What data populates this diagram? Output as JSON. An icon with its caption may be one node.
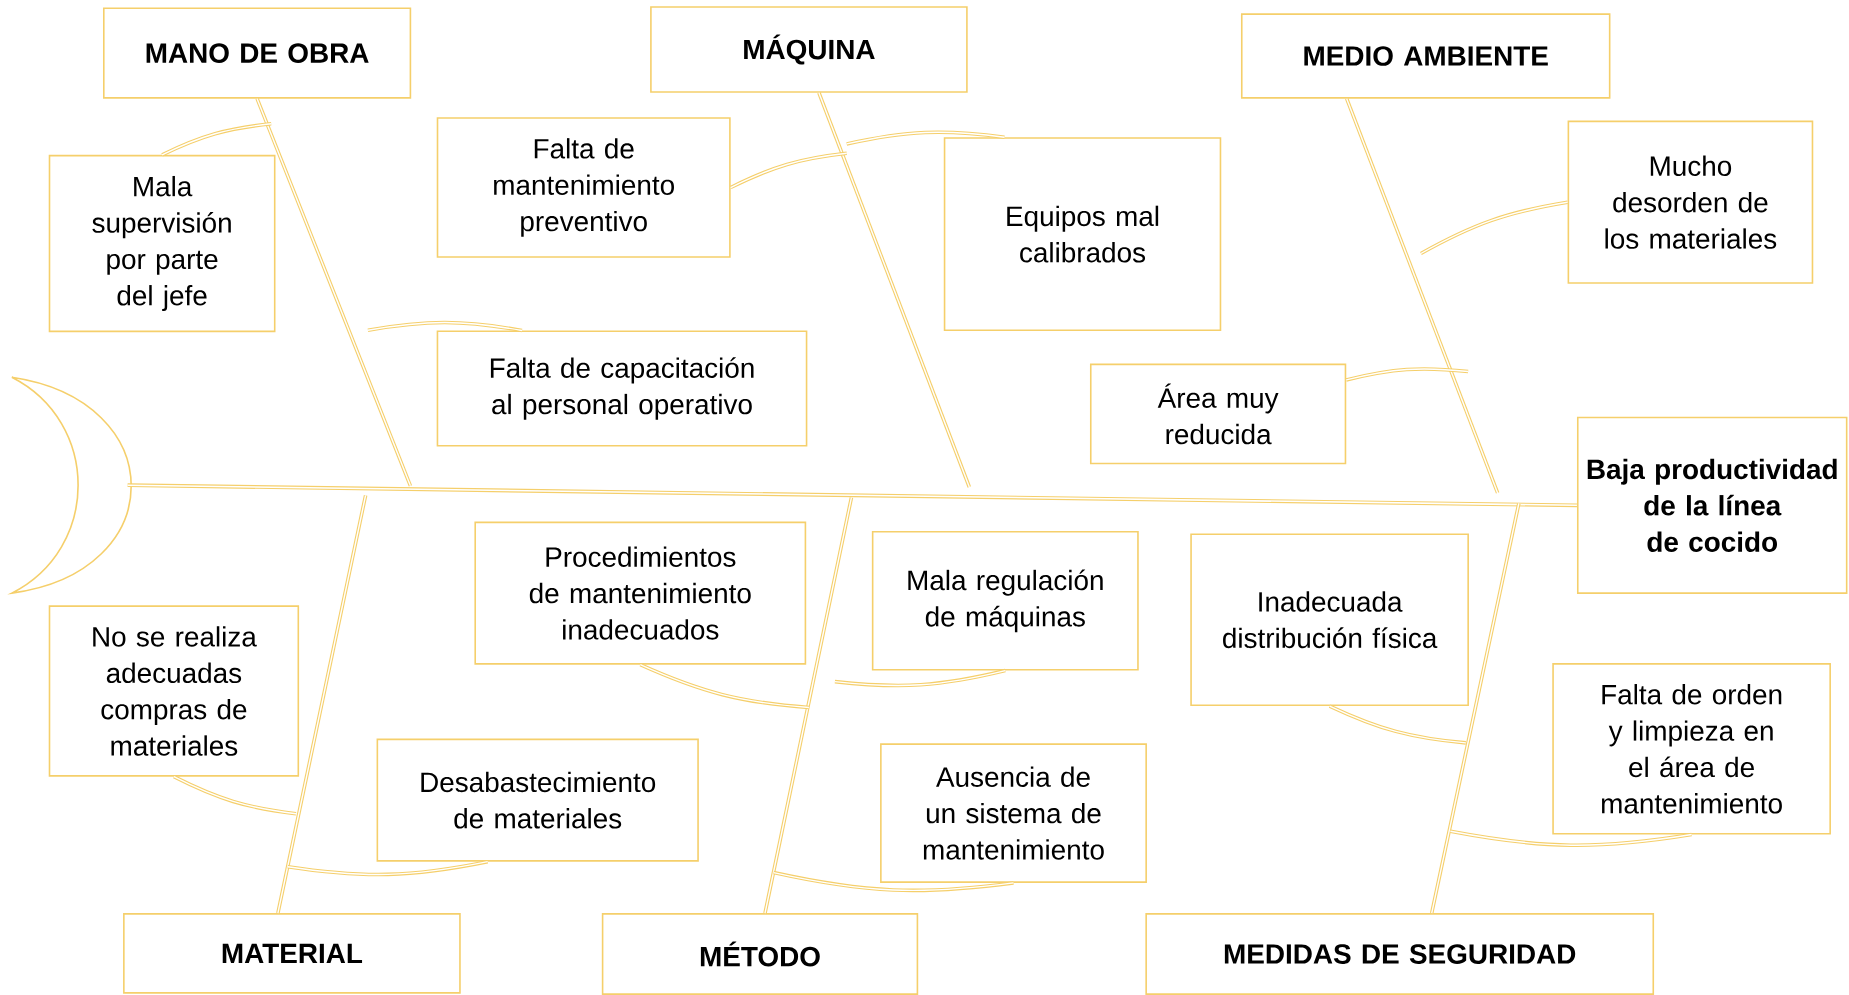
{
  "diagram": {
    "nodes": [
      {
        "text": [
          "MANO DE OBRA"
        ]
      },
      {
        "text": [
          "MÁQUINA"
        ]
      },
      {
        "text": [
          "MEDIO AMBIENTE"
        ]
      },
      {
        "text": [
          "Mala supervisión por parte del jefe"
        ]
      },
      {
        "text": [
          "Falta de mantenimiento preventivo"
        ]
      },
      {
        "text": [
          "Equipos mal calibrados"
        ]
      },
      {
        "text": [
          "Mucho desorden de los materiales"
        ]
      },
      {
        "text": [
          "Falta de capacitación al personal operativo"
        ]
      },
      {
        "text": [
          "Área muy reducida"
        ]
      },
      {
        "text": [],
        "shape": "crescent"
      },
      {
        "text": [
          "Baja productividad de la línea de cocido"
        ]
      },
      {
        "text": [
          "Procedimientos de mantenimiento inadecuados"
        ]
      },
      {
        "text": [
          "Mala regulación de máquinas"
        ]
      },
      {
        "text": [
          "Inadecuada distribución física"
        ]
      },
      {
        "text": [
          "No se realiza adecuadas compras de materiales"
        ]
      },
      {
        "text": [
          "Desabastecimiento de materiales"
        ]
      },
      {
        "text": [
          "Ausencia de un sistema de mantenimiento"
        ]
      },
      {
        "text": [
          "Falta de orden y limpieza en el área de mantenimiento"
        ]
      },
      {
        "text": [
          "MATERIAL"
        ]
      },
      {
        "text": [
          "MÉTODO"
        ]
      },
      {
        "text": [
          "MEDIDAS DE SEGURIDAD"
        ]
      }
    ],
    "edges": [
      {
        "from": 9,
        "to": 10,
        "arrow": "none"
      },
      {
        "from": 0,
        "to": null,
        "arrow": "none"
      },
      {
        "from": 1,
        "to": null,
        "arrow": "none"
      },
      {
        "from": 2,
        "to": null,
        "arrow": "none"
      },
      {
        "from": 18,
        "to": null,
        "arrow": "none"
      },
      {
        "from": 19,
        "to": null,
        "arrow": "none"
      },
      {
        "from": 20,
        "to": null,
        "arrow": "none"
      },
      {
        "from": 3,
        "to": null,
        "arrow": "none"
      },
      {
        "from": 4,
        "to": null,
        "arrow": "none"
      },
      {
        "from": 5,
        "to": null,
        "arrow": "none"
      },
      {
        "from": 6,
        "to": null,
        "arrow": "none"
      },
      {
        "from": 7,
        "to": null,
        "arrow": "none"
      },
      {
        "from": 8,
        "to": null,
        "arrow": "none"
      },
      {
        "from": 11,
        "to": null,
        "arrow": "none"
      },
      {
        "from": 12,
        "to": null,
        "arrow": "none"
      },
      {
        "from": 13,
        "to": null,
        "arrow": "none"
      },
      {
        "from": 14,
        "to": null,
        "arrow": "none"
      },
      {
        "from": 15,
        "to": null,
        "arrow": "none"
      },
      {
        "from": 16,
        "to": null,
        "arrow": "none"
      },
      {
        "from": 17,
        "to": null,
        "arrow": "none"
      }
    ]
  }
}
